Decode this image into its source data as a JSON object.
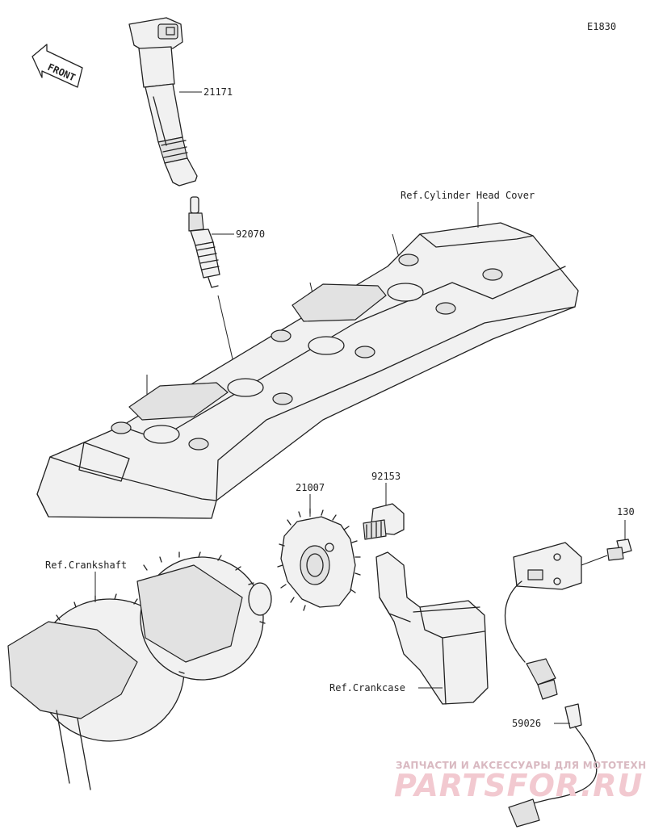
{
  "diagram_code": "E1830",
  "front_arrow_label": "FRONT",
  "parts": [
    {
      "id": "ignition-coil",
      "number": "21171"
    },
    {
      "id": "spark-plug",
      "number": "92070"
    },
    {
      "id": "rotor",
      "number": "21007"
    },
    {
      "id": "rotor-bolt",
      "number": "92153"
    },
    {
      "id": "sensor-bolt",
      "number": "130"
    },
    {
      "id": "crankshaft-sensor",
      "number": "59026"
    }
  ],
  "references": {
    "cylinder_head_cover": "Ref.Cylinder Head Cover",
    "crankshaft": "Ref.Crankshaft",
    "crankcase": "Ref.Crankcase"
  },
  "watermark": {
    "tagline": "ЗАПЧАСТИ И АКСЕССУАРЫ ДЛЯ МОТОТЕХНИКИ",
    "brand": "PARTSFOR.RU"
  }
}
